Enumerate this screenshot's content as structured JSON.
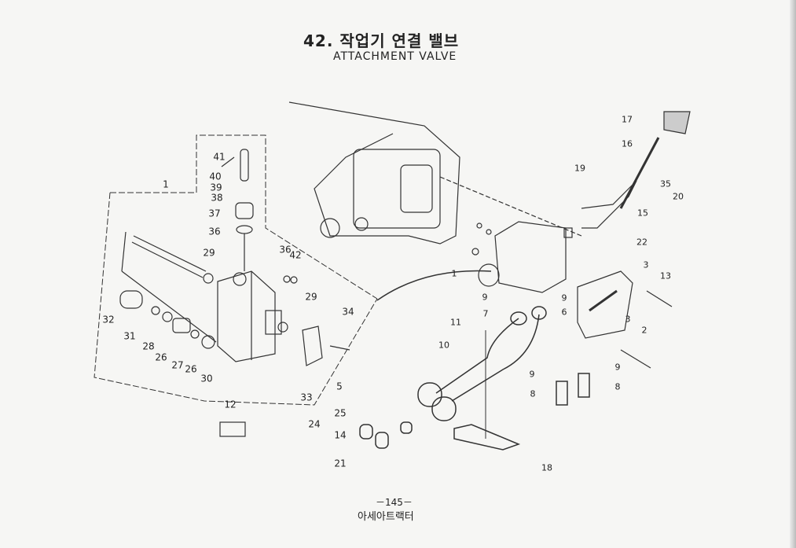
{
  "title": {
    "korean": "42. 작업기 연결 밸브",
    "english": "ATTACHMENT VALVE"
  },
  "footer": {
    "page_number": "－145－",
    "publisher": "아세아트랙터"
  },
  "callouts": [
    "1",
    "41",
    "40",
    "39",
    "38",
    "37",
    "36",
    "29",
    "36",
    "42",
    "29",
    "34",
    "32",
    "31",
    "28",
    "26",
    "27",
    "26",
    "30",
    "33",
    "12",
    "5",
    "25",
    "24",
    "14",
    "21",
    "11",
    "7",
    "10",
    "9",
    "9",
    "6",
    "9",
    "9",
    "8",
    "8",
    "18",
    "17",
    "16",
    "19",
    "35",
    "20",
    "15",
    "22",
    "3",
    "13",
    "3",
    "2",
    "1"
  ]
}
